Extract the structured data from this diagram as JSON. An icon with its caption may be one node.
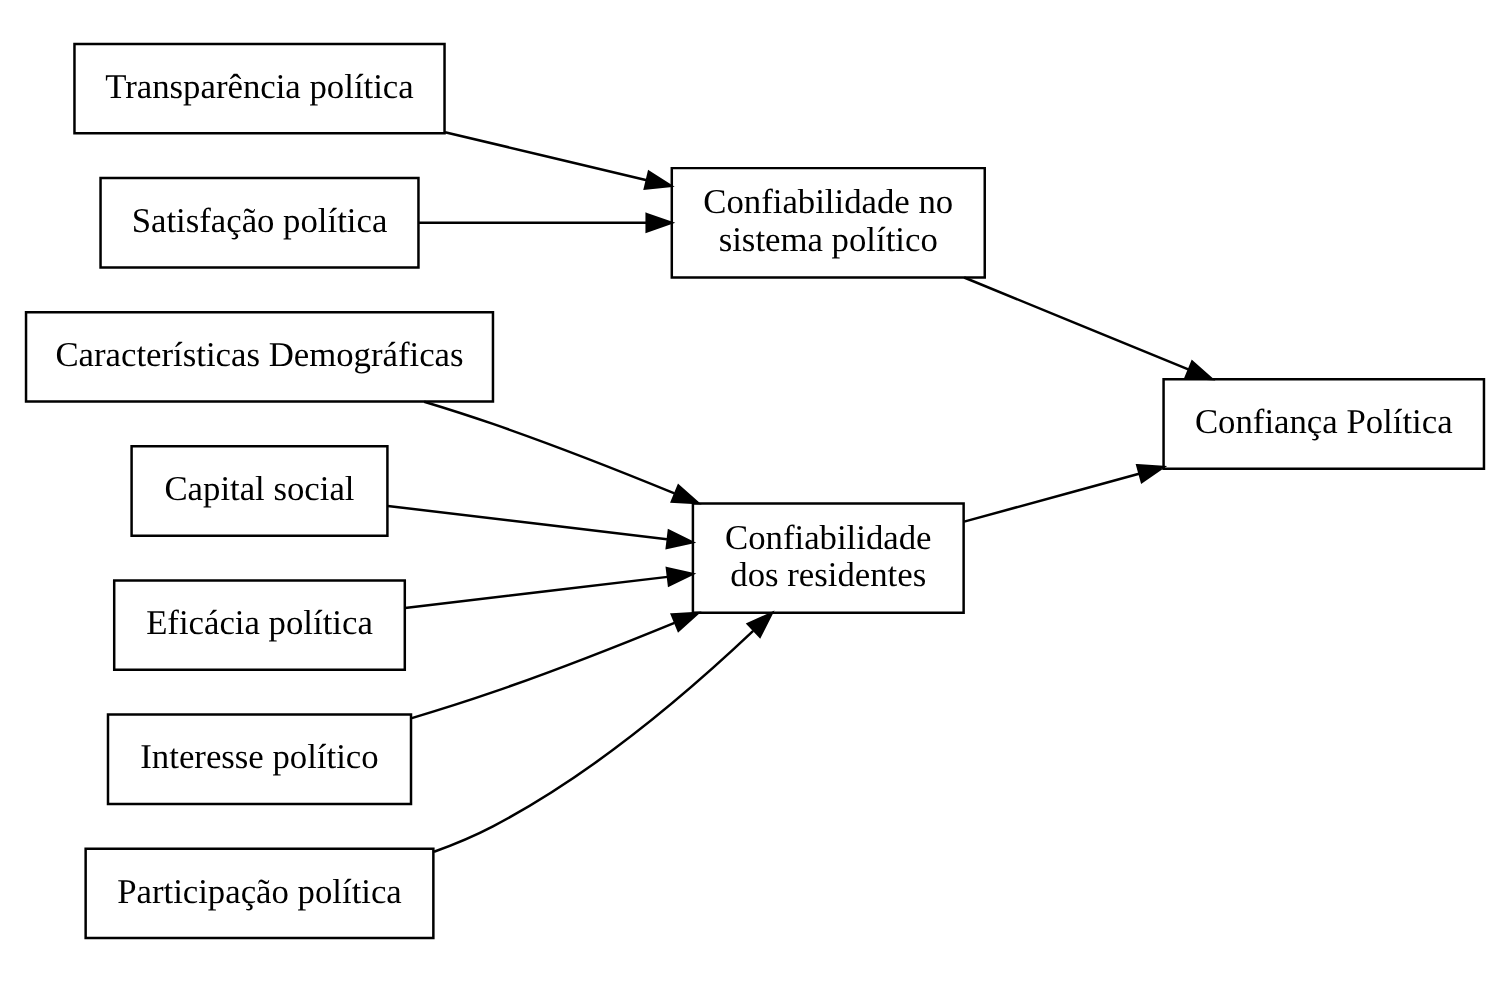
{
  "diagram": {
    "nodes": [
      {
        "text": [
          "Características Demográficas"
        ]
      },
      {
        "text": [
          "Capital social"
        ]
      },
      {
        "text": [
          "Eficácia política"
        ]
      },
      {
        "text": [
          "Interesse político"
        ]
      },
      {
        "text": [
          "Participação política"
        ]
      },
      {
        "text": [
          "Transparência política"
        ]
      },
      {
        "text": [
          "Satisfação política"
        ]
      },
      {
        "text": [
          "Confiabilidade dos residentes"
        ]
      },
      {
        "text": [
          "Confiabilidade no sistema político"
        ]
      },
      {
        "text": [
          "Confiança Política"
        ]
      }
    ],
    "edges": [
      {
        "from": 0,
        "to": 7,
        "arrow": "to"
      },
      {
        "from": 1,
        "to": 7,
        "arrow": "to"
      },
      {
        "from": 2,
        "to": 7,
        "arrow": "to"
      },
      {
        "from": 3,
        "to": 7,
        "arrow": "to"
      },
      {
        "from": 4,
        "to": 7,
        "arrow": "to"
      },
      {
        "from": 5,
        "to": 8,
        "arrow": "to"
      },
      {
        "from": 6,
        "to": 8,
        "arrow": "to"
      },
      {
        "from": 7,
        "to": 9,
        "arrow": "to"
      },
      {
        "from": 8,
        "to": 9,
        "arrow": "to"
      }
    ]
  }
}
